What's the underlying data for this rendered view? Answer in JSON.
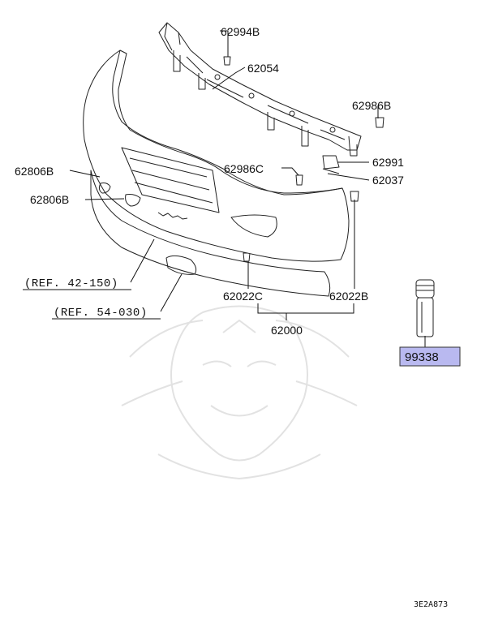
{
  "parts": {
    "p62994B": "62994B",
    "p62054": "62054",
    "p62986B": "62986B",
    "p62991": "62991",
    "p62986C": "62986C",
    "p62037": "62037",
    "p62806B_upper": "62806B",
    "p62806B_lower": "62806B",
    "p62022C": "62022C",
    "p62022B": "62022B",
    "p62000": "62000",
    "p99338": "99338"
  },
  "refs": {
    "ref_42_150": "(REF. 42-150)",
    "ref_54_030": "(REF. 54-030)"
  },
  "diagram_code": "3E2A873",
  "colors": {
    "highlight": "#b9b9f0",
    "line": "#111111",
    "watermark": "#e2e2e2"
  }
}
